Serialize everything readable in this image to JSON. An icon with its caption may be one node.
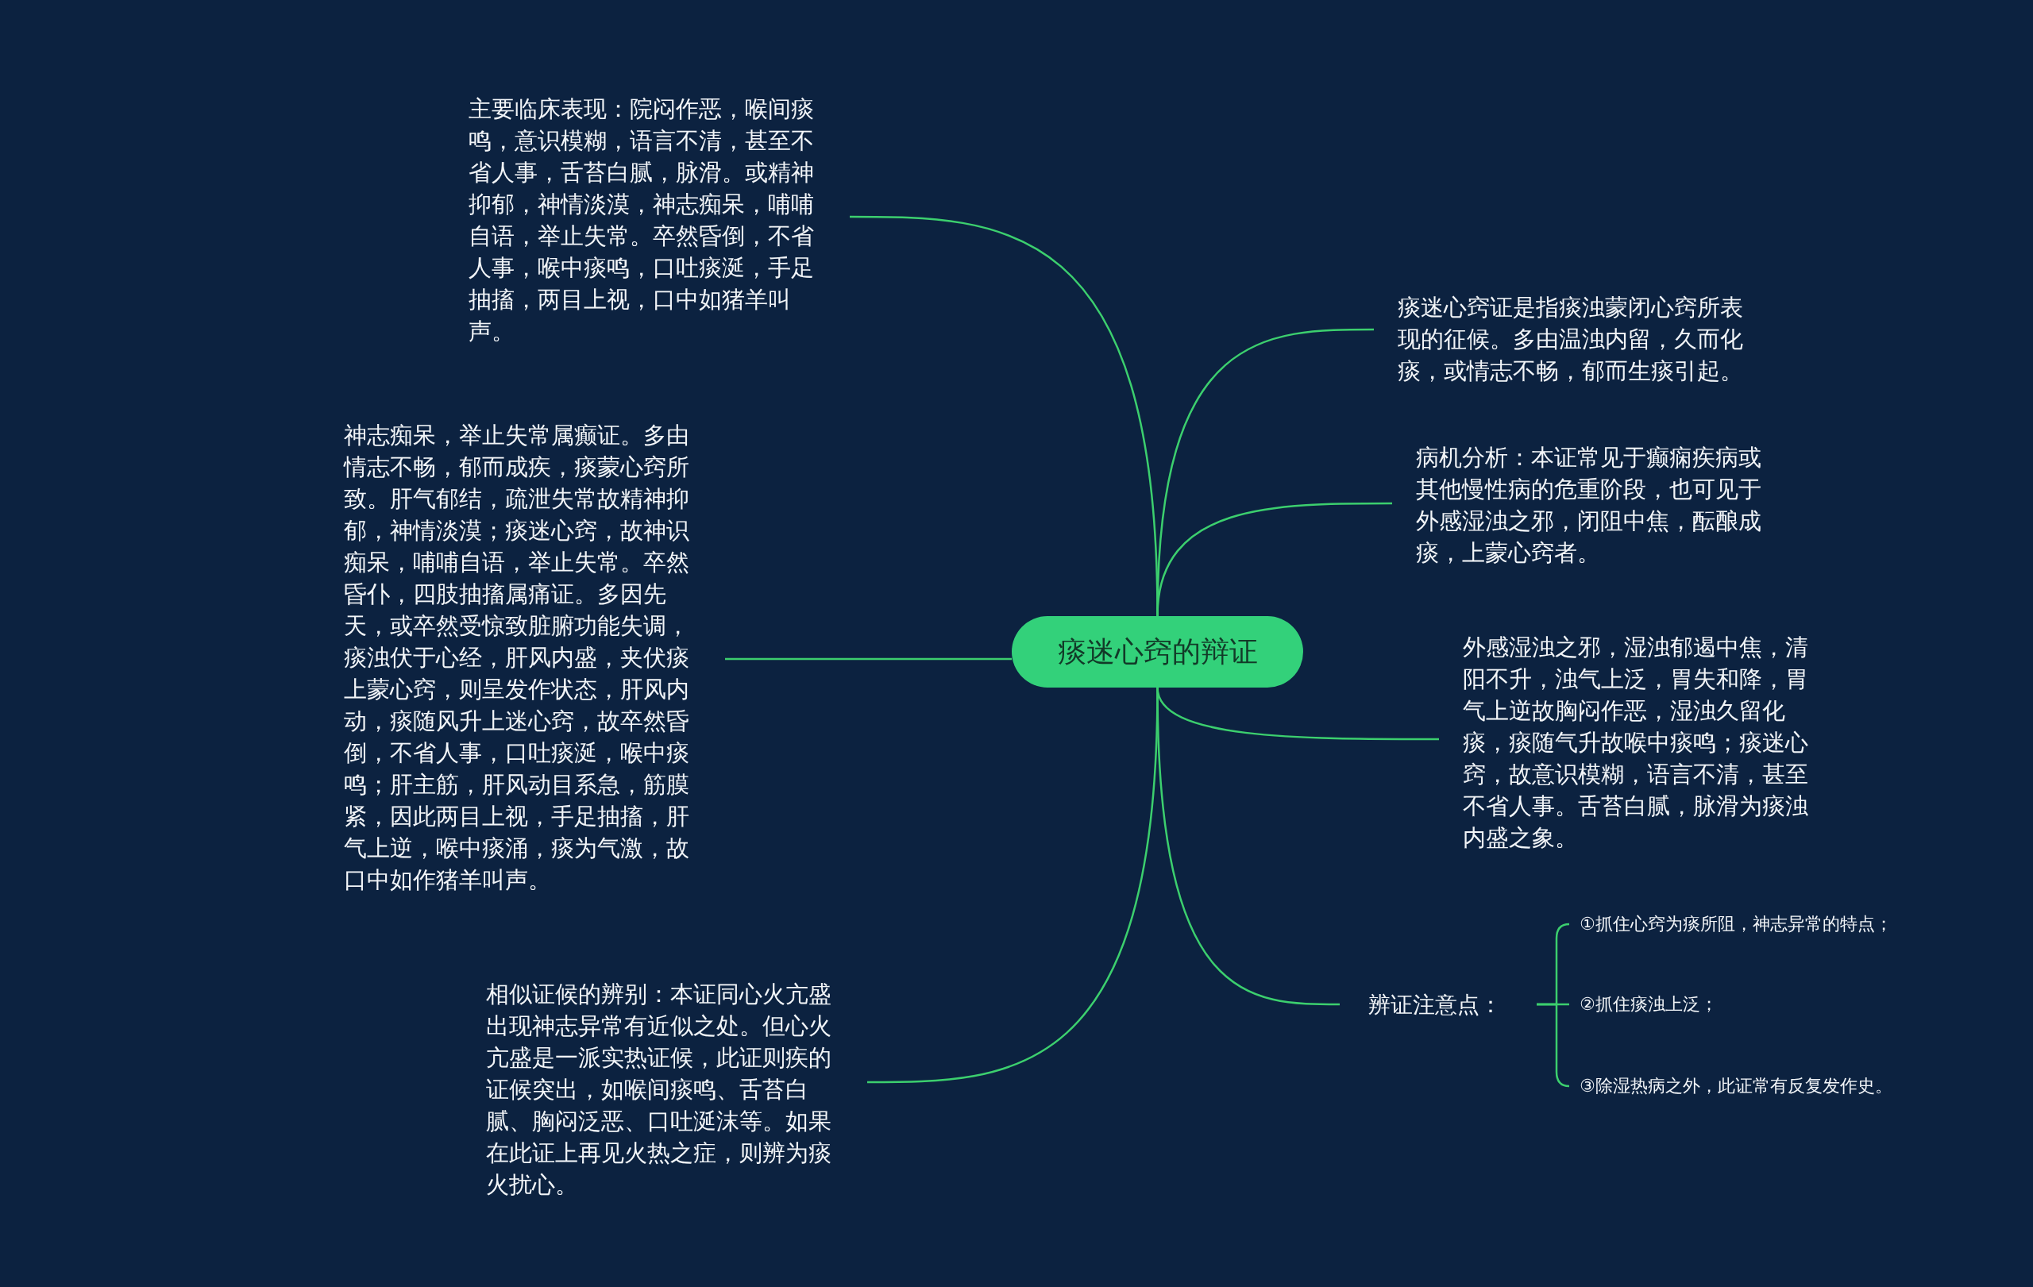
{
  "diagram": {
    "nodes": [
      {
        "text": [
          "痰迷心窍的辩证"
        ]
      },
      {
        "text": [
          "主要临床表现：院闷作恶，喉间痰鸣，意识模糊，语言不清，甚至不省人事，舌苔白腻，脉滑。或精神抑郁，神情淡漠，神志痴呆，哺哺自语，举止失常。卒然昏倒，不省人事，喉中痰鸣，口吐痰涎，手足抽搐，两目上视，口中如猪羊叫声。"
        ]
      },
      {
        "text": [
          "神志痴呆，举止失常属癫证。多由情志不畅，郁而成疾，痰蒙心窍所致。肝气郁结，疏泄失常故精神抑郁，神情淡漠；痰迷心窍，故神识痴呆，哺哺自语，举止失常。卒然昏仆，四肢抽搐属痛证。多因先天，或卒然受惊致脏腑功能失调，痰浊伏于心经，肝风内盛，夹伏痰上蒙心窍，则呈发作状态，肝风内动，痰随风升上迷心窍，故卒然昏倒，不省人事，口吐痰涎，喉中痰鸣；肝主筋，肝风动目系急，筋膜紧，因此两目上视，手足抽搐，肝气上逆，喉中痰涌，痰为气激，故口中如作猪羊叫声。"
        ]
      },
      {
        "text": [
          "相似证候的辨别：本证同心火亢盛出现神志异常有近似之处。但心火亢盛是一派实热证候，此证则疾的证候突出，如喉间痰鸣、舌苔白腻、胸闷泛恶、口吐涎沫等。如果在此证上再见火热之症，则辨为痰火扰心。"
        ]
      },
      {
        "text": [
          "痰迷心窍证是指痰浊蒙闭心窍所表现的征候。多由温浊内留，久而化痰，或情志不畅，郁而生痰引起。"
        ]
      },
      {
        "text": [
          "病机分析：本证常见于癫痫疾病或其他慢性病的危重阶段，也可见于外感湿浊之邪，闭阻中焦，酝酿成痰，上蒙心窍者。"
        ]
      },
      {
        "text": [
          "外感湿浊之邪，湿浊郁遏中焦，清阳不升，浊气上泛，胃失和降，胃气上逆故胸闷作恶，湿浊久留化痰，痰随气升故喉中痰鸣；痰迷心窍，故意识模糊，语言不清，甚至不省人事。舌苔白腻，脉滑为痰浊内盛之象。"
        ]
      },
      {
        "text": [
          "辨证注意点："
        ]
      },
      {
        "text": [
          "①抓住心窍为痰所阻，神志异常的特点；"
        ]
      },
      {
        "text": [
          "②抓住痰浊上泛；"
        ]
      },
      {
        "text": [
          "③除湿热病之外，此证常有反复发作史。"
        ]
      }
    ],
    "edges": [
      {
        "from": 0,
        "to": 1,
        "arrow": "none"
      },
      {
        "from": 0,
        "to": 2,
        "arrow": "none"
      },
      {
        "from": 0,
        "to": 3,
        "arrow": "none"
      },
      {
        "from": 0,
        "to": 4,
        "arrow": "none"
      },
      {
        "from": 0,
        "to": 5,
        "arrow": "none"
      },
      {
        "from": 0,
        "to": 6,
        "arrow": "none"
      },
      {
        "from": 0,
        "to": 7,
        "arrow": "none"
      },
      {
        "from": 7,
        "to": 8,
        "arrow": "none"
      },
      {
        "from": 7,
        "to": 9,
        "arrow": "none"
      },
      {
        "from": 7,
        "to": 10,
        "arrow": "none"
      }
    ]
  }
}
